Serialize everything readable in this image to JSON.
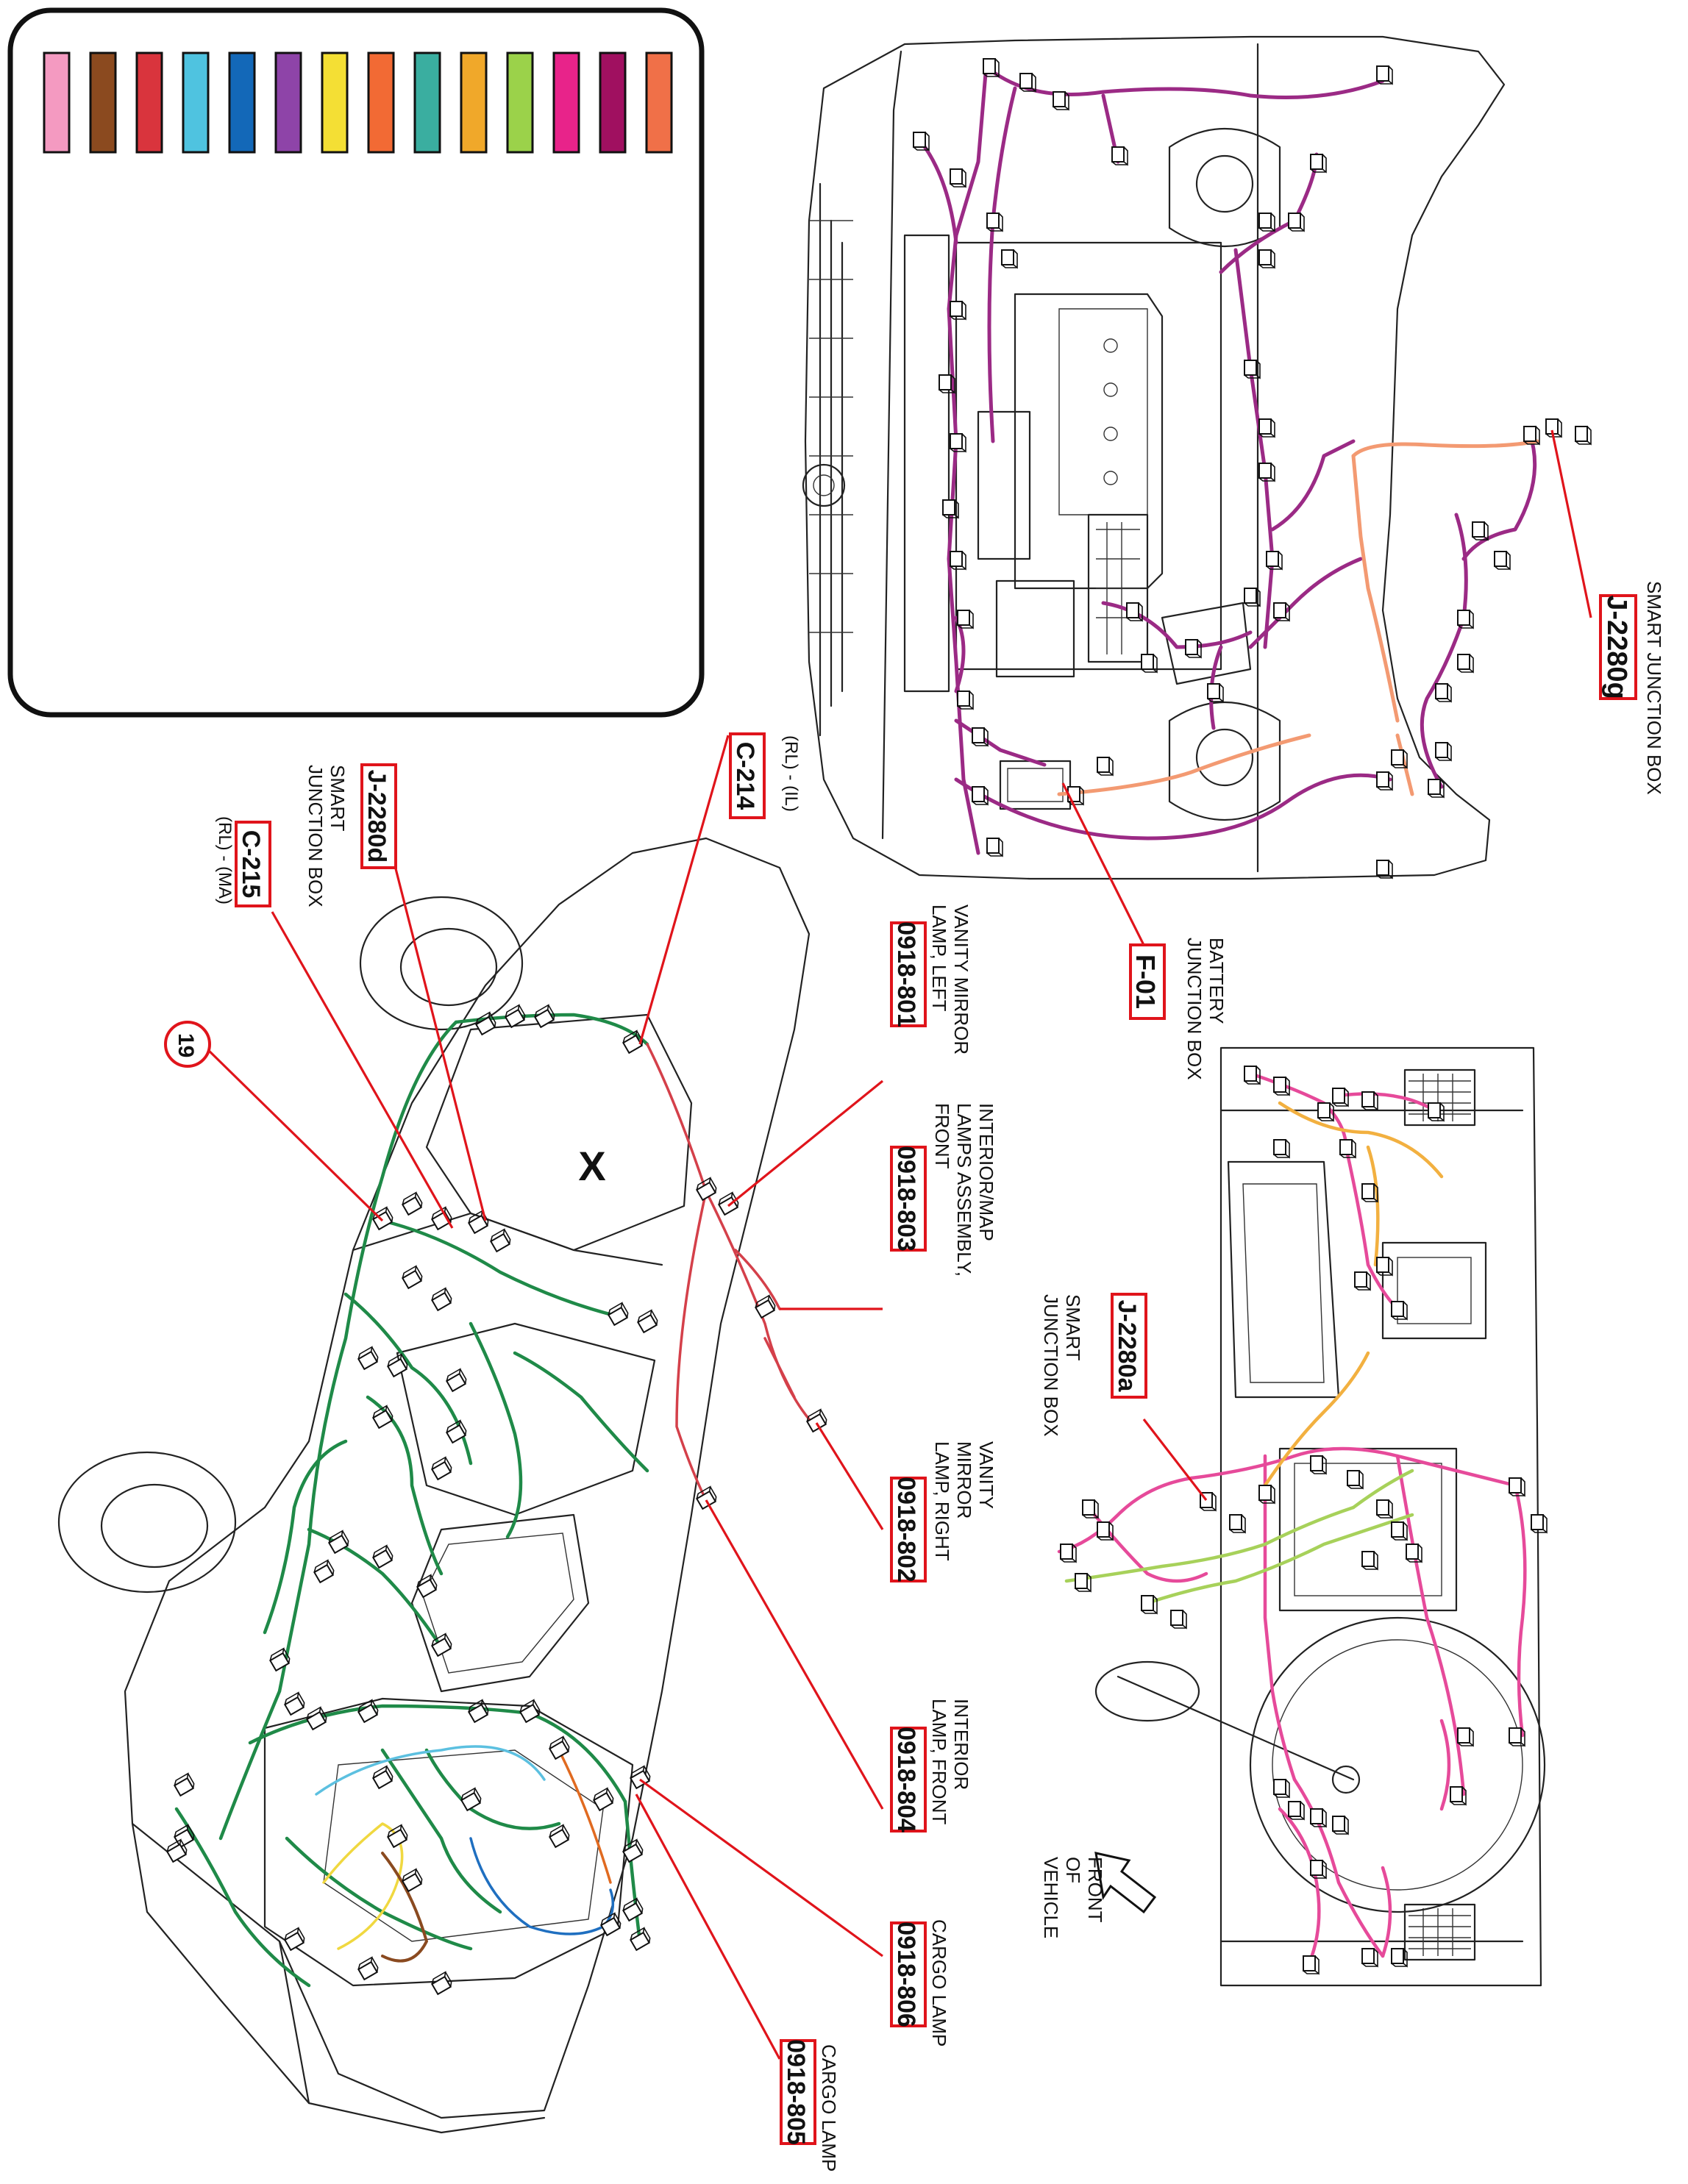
{
  "legend": {
    "swatches": [
      {
        "name": "pink",
        "color": "#f49ac1"
      },
      {
        "name": "brown",
        "color": "#8b4a1f"
      },
      {
        "name": "red",
        "color": "#d9343d"
      },
      {
        "name": "light-blue",
        "color": "#4fc3e0"
      },
      {
        "name": "blue",
        "color": "#1368b8"
      },
      {
        "name": "purple",
        "color": "#8e44a8"
      },
      {
        "name": "yellow",
        "color": "#f4df34"
      },
      {
        "name": "orange",
        "color": "#f26a34"
      },
      {
        "name": "teal",
        "color": "#3aaea0"
      },
      {
        "name": "amber",
        "color": "#f0a82a"
      },
      {
        "name": "lime",
        "color": "#9bd24a"
      },
      {
        "name": "magenta",
        "color": "#e8238a"
      },
      {
        "name": "violet",
        "color": "#a01060"
      },
      {
        "name": "salmon",
        "color": "#f07048"
      }
    ]
  },
  "wire_colors": {
    "engine": "#9b2a85",
    "engine_orange": "#f39a72",
    "body_green": "#1f8a48",
    "body_red": "#d4404a",
    "body_blue": "#1f6fc0",
    "body_lightblue": "#5cc0e0",
    "body_yellow": "#f0d840",
    "body_brown": "#8a4a20",
    "body_orange": "#e06a20",
    "dash_pink": "#e64a9a",
    "dash_lime": "#a7d15a",
    "dash_amber": "#f2b040"
  },
  "labels": {
    "smart_jb_top": "SMART JUNCTION BOX",
    "j2280g": "J-2280g",
    "battery_jb": [
      "BATTERY",
      "JUNCTION BOX"
    ],
    "f01": "F-01",
    "c214_sub": "(RL) - (IL)",
    "c214": "C-214",
    "vanity_left": [
      "VANITY MIRROR",
      "LAMP, LEFT"
    ],
    "c801": "0918-801",
    "interior_map": [
      "INTERIOR/MAP",
      "LAMPS ASSEMBLY,",
      "FRONT"
    ],
    "c803": "0918-803",
    "vanity_right": [
      "VANITY",
      "MIRROR",
      "LAMP, RIGHT"
    ],
    "c802": "0918-802",
    "interior_front": [
      "INTERIOR",
      "LAMP, FRONT"
    ],
    "c804": "0918-804",
    "cargo_lamp_a": "CARGO LAMP",
    "c806": "0918-806",
    "cargo_lamp_b": "CARGO LAMP",
    "c805": "0918-805",
    "smart_jb_left": [
      "SMART",
      "JUNCTION BOX"
    ],
    "j2280d": "J-2280d",
    "c215": "C-215",
    "c215_sub": "(RL) - (MA)",
    "callout_19": "19",
    "roof_x": "X",
    "smart_jb_dash": [
      "SMART",
      "JUNCTION BOX"
    ],
    "j2280a": "J-2280a",
    "front_of_vehicle": [
      "FRONT",
      "OF",
      "VEHICLE"
    ]
  }
}
